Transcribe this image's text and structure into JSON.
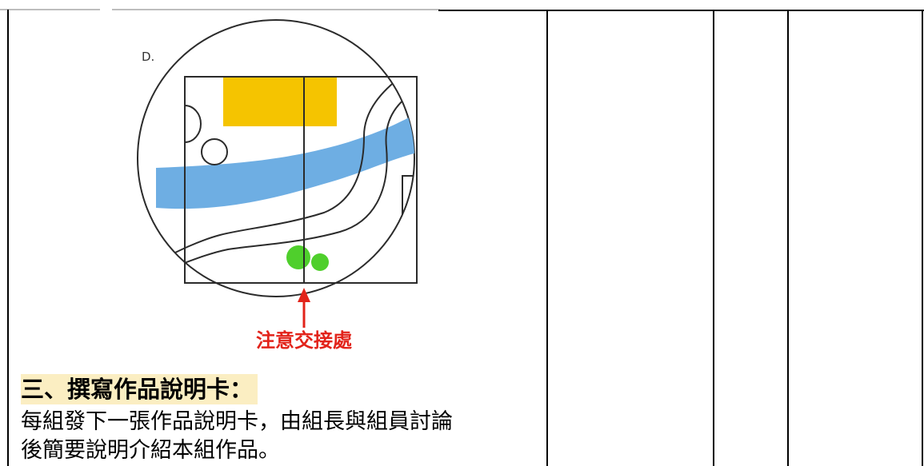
{
  "figure": {
    "panel_letter": "D.",
    "callout_text": "注意交接處",
    "colors": {
      "outline": "#2b2b2b",
      "yellow_block": "#f5c400",
      "river": "#6eaee3",
      "trees": "#4fcf2c",
      "callout": "#e2231a"
    }
  },
  "section": {
    "heading": "三、撰寫作品說明卡：",
    "line1": "每組發下一張作品說明卡，由組長與組員討論",
    "line2": "後簡要說明介紹本組作品。"
  }
}
